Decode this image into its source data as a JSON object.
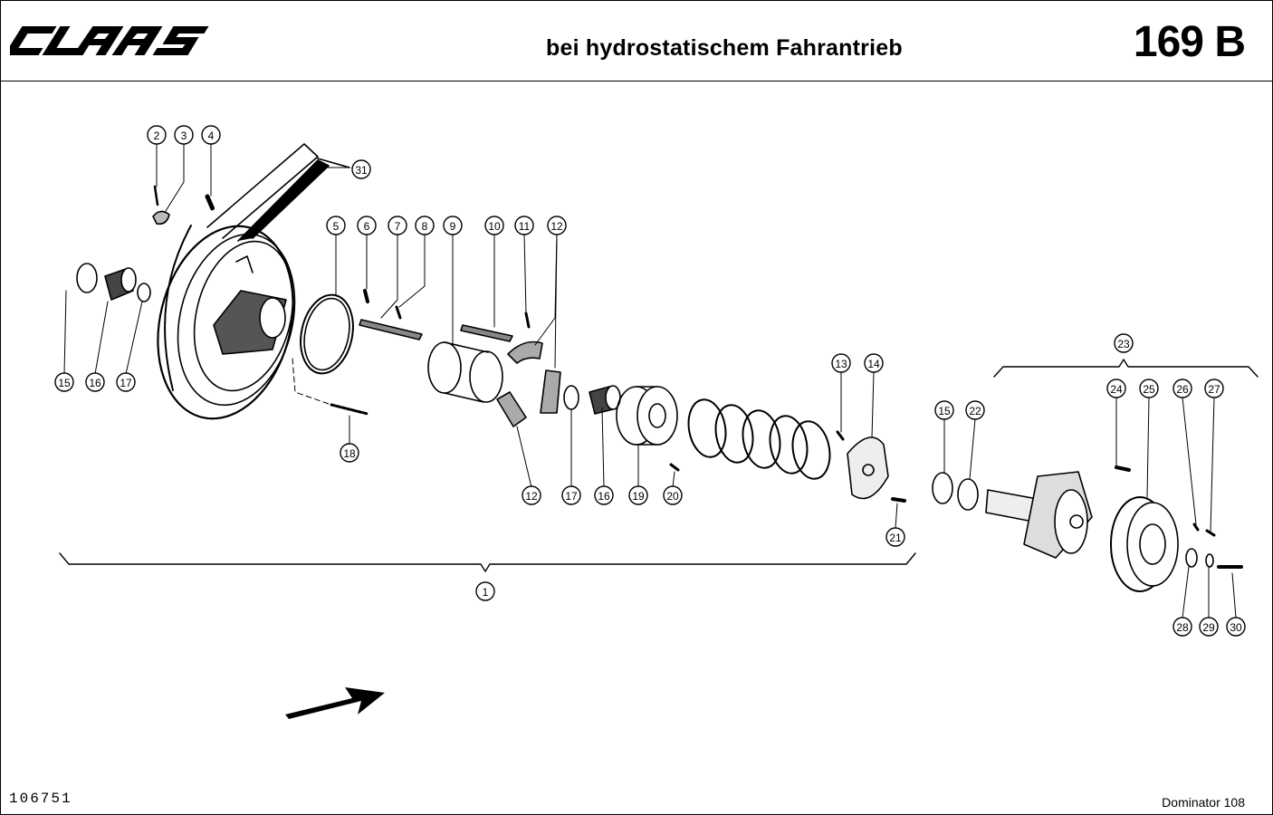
{
  "header": {
    "brand": "CLAAS",
    "title": "bei hydrostatischem Fahrantrieb",
    "page_code": "169 B"
  },
  "footer": {
    "drawing_number": "106751",
    "model": "Dominator 108"
  },
  "callouts": {
    "c1": "1",
    "c2": "2",
    "c3": "3",
    "c4": "4",
    "c5": "5",
    "c6": "6",
    "c7": "7",
    "c8": "8",
    "c9": "9",
    "c10": "10",
    "c11": "11",
    "c12a": "12",
    "c12b": "12",
    "c13": "13",
    "c14": "14",
    "c15a": "15",
    "c15b": "15",
    "c16a": "16",
    "c16b": "16",
    "c17a": "17",
    "c17b": "17",
    "c18": "18",
    "c19": "19",
    "c20": "20",
    "c21": "21",
    "c22": "22",
    "c23": "23",
    "c24": "24",
    "c25": "25",
    "c26": "26",
    "c27": "27",
    "c28": "28",
    "c29": "29",
    "c30": "30",
    "c31": "31"
  }
}
